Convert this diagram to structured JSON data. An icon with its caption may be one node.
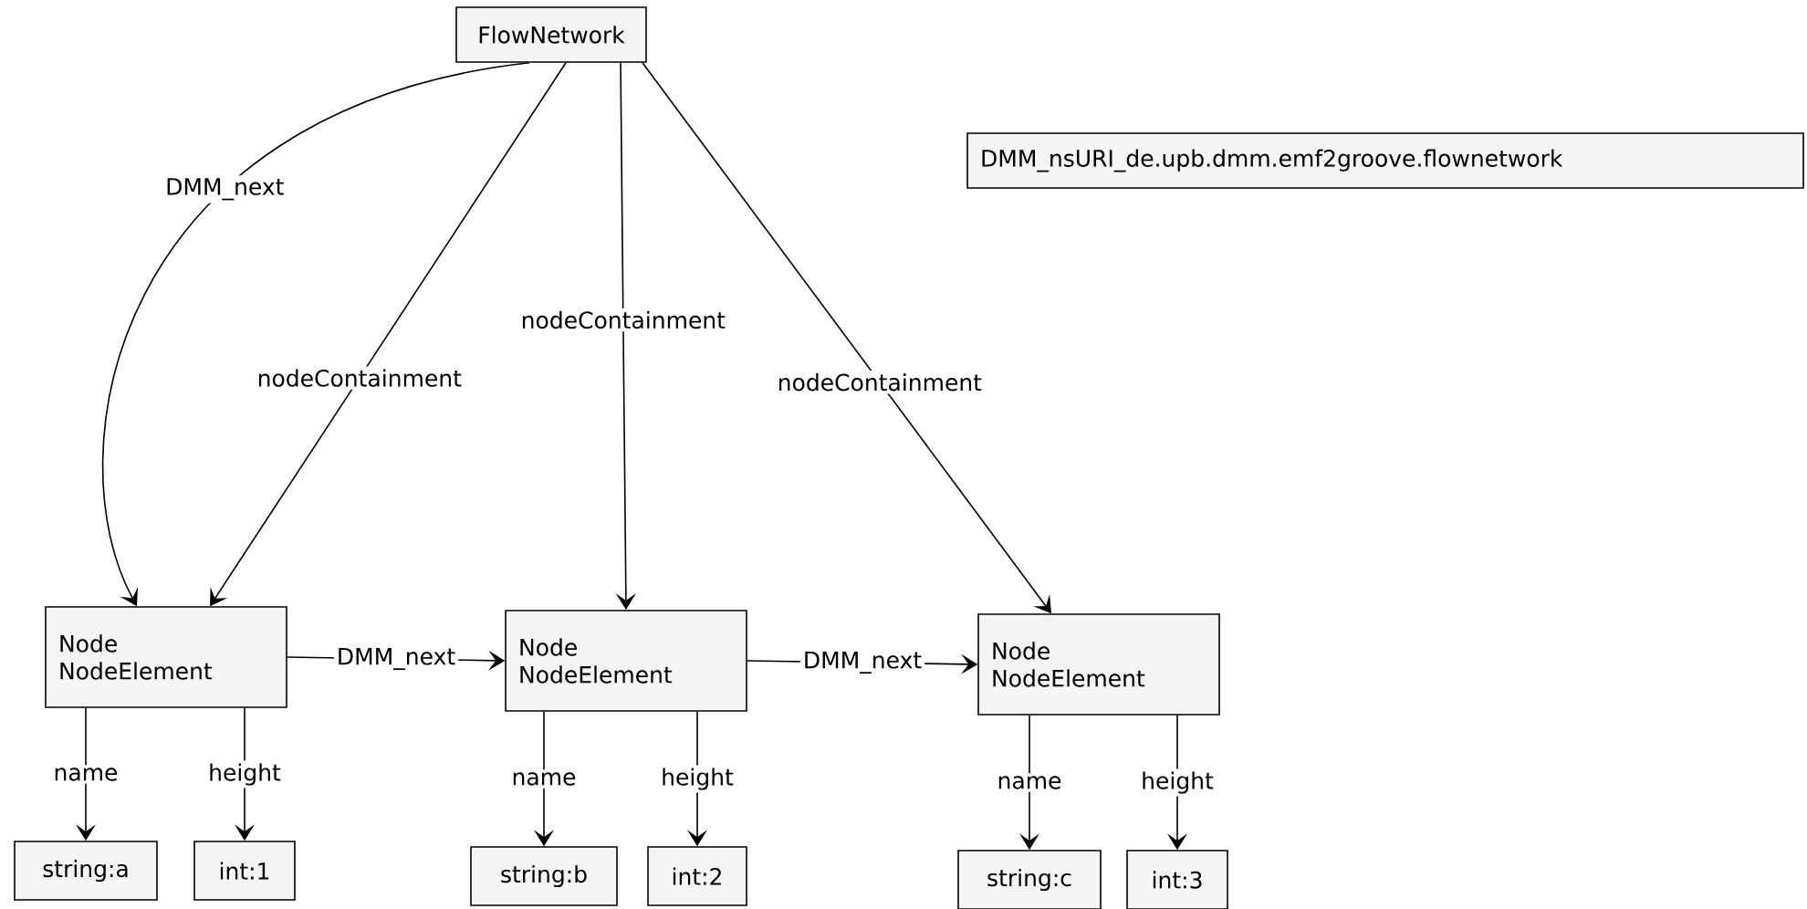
{
  "diagram": {
    "nodes": [
      {
        "text": [
          "FlowNetwork"
        ]
      },
      {
        "text": [
          "DMM_nsURI_de.upb.dmm.emf2groove.flownetwork"
        ]
      },
      {
        "text": [
          "Node",
          "NodeElement"
        ]
      },
      {
        "text": [
          "Node",
          "NodeElement"
        ]
      },
      {
        "text": [
          "Node",
          "NodeElement"
        ]
      },
      {
        "text": [
          "string:a"
        ]
      },
      {
        "text": [
          "int:1"
        ]
      },
      {
        "text": [
          "string:b"
        ]
      },
      {
        "text": [
          "int:2"
        ]
      },
      {
        "text": [
          "string:c"
        ]
      },
      {
        "text": [
          "int:3"
        ]
      }
    ],
    "edges": [
      {
        "from": 0,
        "to": 2,
        "arrow": "to",
        "label": "DMM_next"
      },
      {
        "from": 0,
        "to": 2,
        "arrow": "to",
        "label": "nodeContainment"
      },
      {
        "from": 0,
        "to": 3,
        "arrow": "to",
        "label": "nodeContainment"
      },
      {
        "from": 0,
        "to": 4,
        "arrow": "to",
        "label": "nodeContainment"
      },
      {
        "from": 2,
        "to": 3,
        "arrow": "to",
        "label": "DMM_next"
      },
      {
        "from": 3,
        "to": 4,
        "arrow": "to",
        "label": "DMM_next"
      },
      {
        "from": 2,
        "to": 5,
        "arrow": "to",
        "label": "name"
      },
      {
        "from": 2,
        "to": 6,
        "arrow": "to",
        "label": "height"
      },
      {
        "from": 3,
        "to": 7,
        "arrow": "to",
        "label": "name"
      },
      {
        "from": 3,
        "to": 8,
        "arrow": "to",
        "label": "height"
      },
      {
        "from": 4,
        "to": 9,
        "arrow": "to",
        "label": "name"
      },
      {
        "from": 4,
        "to": 10,
        "arrow": "to",
        "label": "height"
      }
    ]
  }
}
